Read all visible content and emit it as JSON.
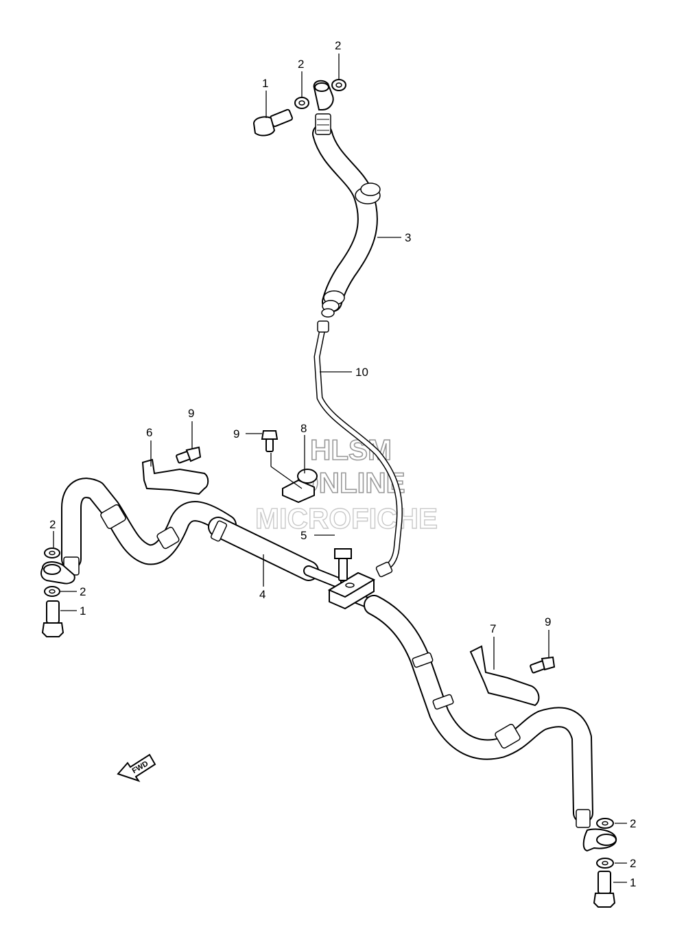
{
  "callouts": {
    "c1": "1",
    "c2": "2",
    "c3": "2",
    "c4": "3",
    "c5": "10",
    "c6": "6",
    "c7": "9",
    "c8": "9",
    "c9": "8",
    "c10": "2",
    "c11": "2",
    "c12": "1",
    "c13": "5",
    "c14": "4",
    "c15": "7",
    "c16": "9",
    "c17": "2",
    "c18": "2",
    "c19": "1"
  },
  "watermark": {
    "line1": "HLSM",
    "line2": "ONLINE",
    "line3": "MICROFICHE"
  },
  "fwd_label": "FWD"
}
